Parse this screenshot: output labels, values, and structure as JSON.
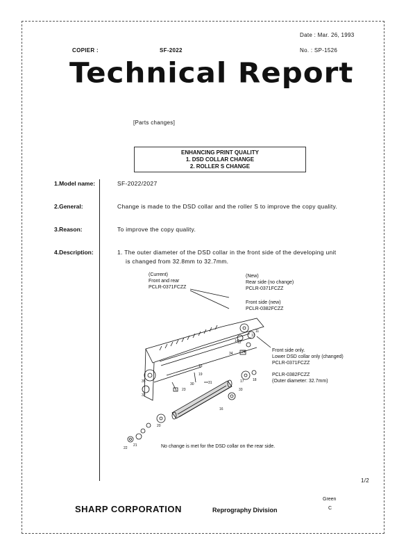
{
  "header": {
    "date": "Date : Mar. 26, 1993",
    "number": "No.  : SP-1526",
    "copier_label": "COPIER :",
    "model": "SF-2022",
    "title": "Technical Report",
    "subtitle": "[Parts changes]"
  },
  "box": {
    "line1": "ENHANCING PRINT QUALITY",
    "line2": "1. DSD COLLAR CHANGE",
    "line3": "2. ROLLER S CHANGE"
  },
  "sections": [
    {
      "label": "1.Model name:",
      "text": "SF-2022/2027"
    },
    {
      "label": "2.General:",
      "text": "Change is made to the DSD collar and the roller S to improve the copy quality."
    },
    {
      "label": "3.Reason:",
      "text": "To improve the copy quality."
    },
    {
      "label": "4.Description:",
      "text": "1. The outer diameter of the DSD collar in the front side of the developing unit"
    }
  ],
  "description_line2": "is changed from 32.8mm to 32.7mm.",
  "diagram": {
    "current": [
      "(Current)",
      "Front and rear",
      "PCLR-0371FCZZ"
    ],
    "new_rear": [
      "(New)",
      "Rear side (no change)",
      "PCLR-0371FCZZ"
    ],
    "new_front": [
      "Front side (new)",
      "PCLR-0382FCZZ"
    ],
    "front_only": [
      "Front side only.",
      "Lower DSD collar only (changed)",
      "PCLR-0371FCZZ",
      "PCLR-0382FCZZ",
      "(Outer diameter: 32.7mm)"
    ],
    "note": "No change is met for the DSD collar on the rear side.",
    "callouts": [
      "11",
      "12",
      "13",
      "14",
      "15",
      "16",
      "17",
      "18",
      "19",
      "20",
      "21",
      "22",
      "23",
      "24",
      "30",
      "31",
      "32",
      "33",
      "34",
      "35"
    ]
  },
  "page": "1/2",
  "footer": {
    "company": "SHARP CORPORATION",
    "division": "Reprography Division",
    "color": "Green",
    "code": "C"
  }
}
